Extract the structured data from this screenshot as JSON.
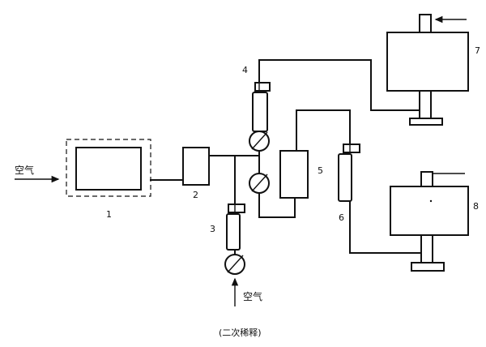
{
  "labels": {
    "n1": "1",
    "n2": "2",
    "n3": "3",
    "n4": "4",
    "n5": "5",
    "n6": "6",
    "n7": "7",
    "n8": "8",
    "air_left": "空气",
    "air_bottom": "空气",
    "caption": "(二次稀释)"
  }
}
